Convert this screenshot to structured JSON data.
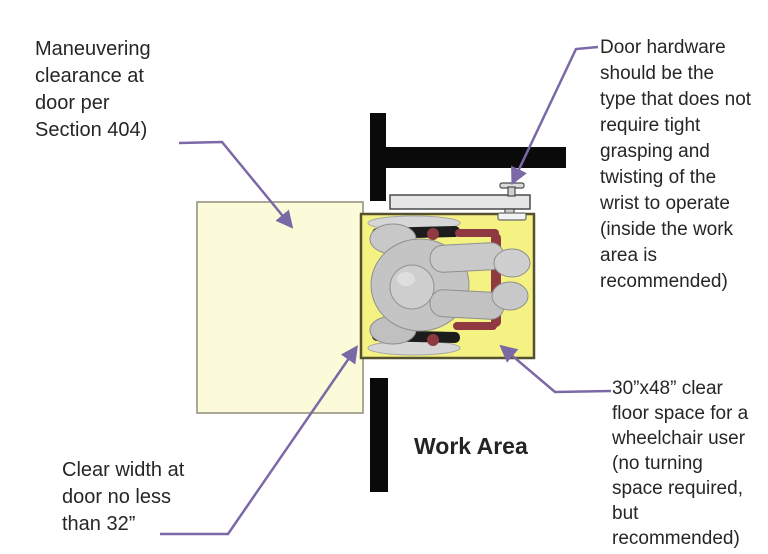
{
  "diagram": {
    "title_context": "Accessible work area door clearance diagram",
    "labels": {
      "maneuvering": "Maneuvering\nclearance at\ndoor per\nSection 404)",
      "door_hardware": "Door hardware\nshould be the\ntype that does not\nrequire tight\ngrasping and\ntwisting of the\nwrist to operate\n(inside the work\narea is\nrecommended)",
      "clear_width": "Clear width at\ndoor no less\nthan 32”",
      "floor_space": "30”x48” clear\nfloor space for a\nwheelchair user\n(no turning\nspace required,\nbut\nrecommended)",
      "work_area": "Work Area"
    },
    "colors": {
      "clearance_fill": "#FBFBD9",
      "clearance_stroke": "#8F8C77",
      "floor_space_fill": "#F5F284",
      "floor_space_stroke": "#55502E",
      "wall": "#0A0A0A",
      "door_fill": "#E6E6E6",
      "door_stroke": "#4A4A4A",
      "hardware_fill": "#DCDCDC",
      "leader": "#7B68A6",
      "body_gray": "#C4C4C4",
      "body_gray_light": "#D6D6D6",
      "body_outline": "#8F8F8F",
      "wheel_black": "#1C1C1C",
      "frame_maroon": "#8E3A40",
      "text": "#262626"
    }
  }
}
